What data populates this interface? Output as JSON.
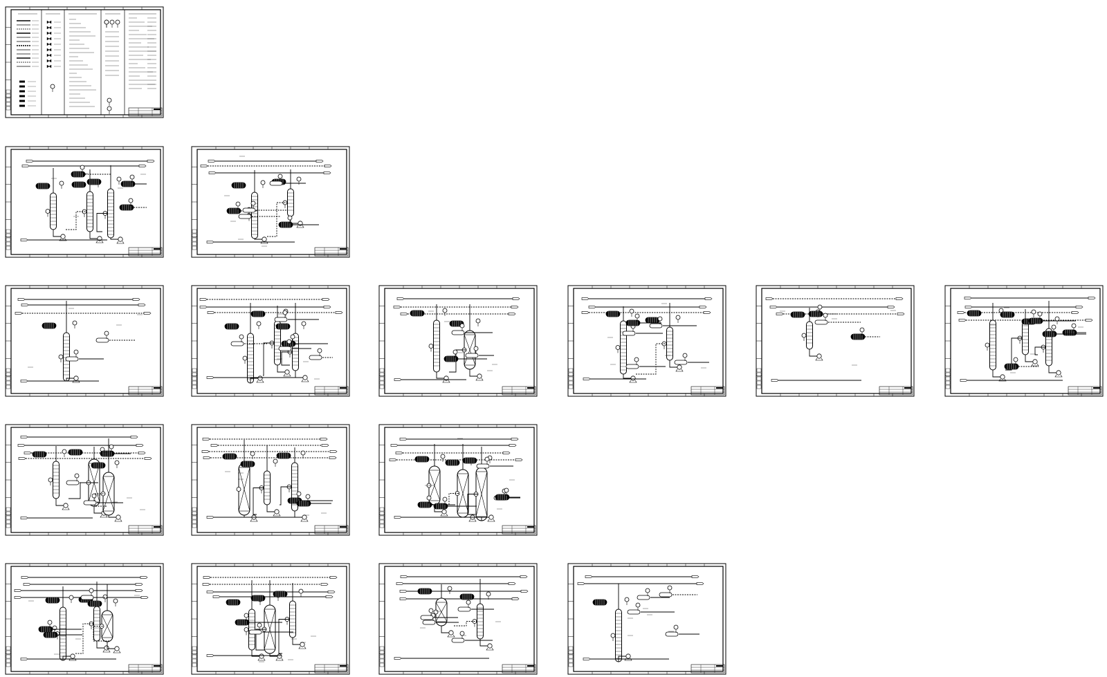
{
  "view": {
    "type": "drawing-overview",
    "background": "#ffffff",
    "ink": "#000000"
  },
  "sheets": [
    {
      "id": "legend-sheet",
      "kind": "legend",
      "row": 1,
      "col": 1
    },
    {
      "id": "sheet-r2c1",
      "kind": "pid",
      "row": 2,
      "col": 1
    },
    {
      "id": "sheet-r2c2",
      "kind": "pid",
      "row": 2,
      "col": 2
    },
    {
      "id": "sheet-r3c1",
      "kind": "pid",
      "row": 3,
      "col": 1
    },
    {
      "id": "sheet-r3c2",
      "kind": "pid",
      "row": 3,
      "col": 2
    },
    {
      "id": "sheet-r3c3",
      "kind": "pid",
      "row": 3,
      "col": 3
    },
    {
      "id": "sheet-r3c4",
      "kind": "pid",
      "row": 3,
      "col": 4
    },
    {
      "id": "sheet-r3c5",
      "kind": "pid",
      "row": 3,
      "col": 5
    },
    {
      "id": "sheet-r3c6",
      "kind": "pid",
      "row": 3,
      "col": 6
    },
    {
      "id": "sheet-r4c1",
      "kind": "pid",
      "row": 4,
      "col": 1
    },
    {
      "id": "sheet-r4c2",
      "kind": "pid",
      "row": 4,
      "col": 2
    },
    {
      "id": "sheet-r4c3",
      "kind": "pid",
      "row": 4,
      "col": 3
    },
    {
      "id": "sheet-r5c1",
      "kind": "pid",
      "row": 5,
      "col": 1
    },
    {
      "id": "sheet-r5c2",
      "kind": "pid",
      "row": 5,
      "col": 2
    },
    {
      "id": "sheet-r5c3",
      "kind": "pid",
      "row": 5,
      "col": 3
    },
    {
      "id": "sheet-r5c4",
      "kind": "pid",
      "row": 5,
      "col": 4
    }
  ],
  "icons": {
    "column": "distillation-column-icon",
    "reactor": "packed-reactor-icon",
    "exchanger": "heat-exchanger-icon",
    "vessel": "drum-icon",
    "pump": "pump-icon",
    "instrument": "instrument-bubble-icon"
  }
}
